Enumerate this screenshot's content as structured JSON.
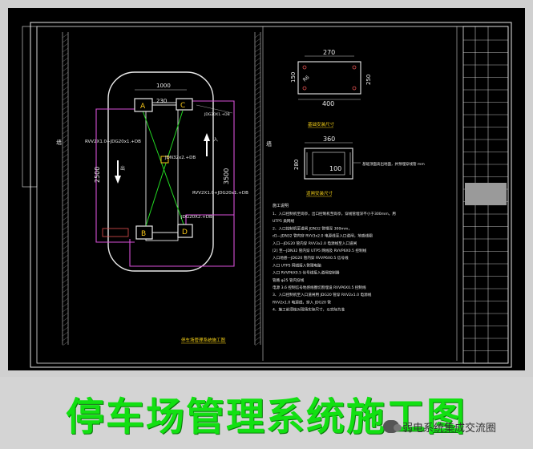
{
  "footer": {
    "title": "停车场管理系统施工图",
    "watermark": "弱电系统集成交流圈",
    "watermark_icon": "wechat-icon"
  },
  "plan": {
    "dim_top": "1000",
    "dim_inner": "230",
    "dim_left": "2500",
    "dim_right": "3500",
    "cable_left": "RVV2X1.0+JDG20x1.+DB",
    "cable_mid": "JDN32x2.+DB",
    "cable_right": "RVV2X1.0+JDG20x1.+DB",
    "cable_bottom": "JDG20X1.+DB",
    "cable_bottom2": "JDG20X2.+DB",
    "entry_label": "入",
    "exit_label": "出",
    "node_a": "A",
    "node_b": "B",
    "node_c": "C",
    "node_d": "D",
    "plan_caption": "停车场管理系统施工图",
    "left_side_mark": "墙",
    "right_side_mark": "墙"
  },
  "detail_top": {
    "width": "270",
    "outer_width": "400",
    "left_h": "150",
    "right_h": "250",
    "radius": "R6",
    "caption": "基础安装尺寸"
  },
  "detail_mid": {
    "width": "360",
    "height": "280",
    "inner": "100",
    "caption": "道闸安装尺寸",
    "note": "基础顶面高出地面，并预埋穿线管 mm"
  },
  "notes": {
    "heading": "施工说明",
    "lines": [
      "1、入口控制机至岗亭，出口控制机至岗亭，穿线管埋深不小于300mm，用",
      "UTP5 类网线",
      "2、入口控制机至道闸 JDN32 管埋深 300mm，",
      "d1—JDN32 管内穿 RVV3x2.0 电源线至入口道闸，地感线圈",
      "入口—JDG20 管内穿 RVV3x2.0 电源线至入口道闸",
      "[2] 至—JDN32 管内穿 UTP5 网线及 RVVP6X0.5 控制线",
      "入口地感—JDG20 管内穿 RVVP6X0.5 信号线",
      "入口 UTP5 网线接入管理电脑",
      "入口 RVVP6X0.5 信号线接入道闸控制器",
      "管路 φ25 管内穿线",
      "电源 3.6 控制信号地感线圈切割埋设 RVVP6X0.5 控制线",
      "3、入口控制机至入口道闸用 JDG20 管穿 RVV2x1.0 电源线",
      "RVV2x1.0 电源线，穿入 JDG20 管",
      "4、施工前须核对现场实际尺寸，以实际为准"
    ]
  },
  "title_block": {
    "rows": 26
  }
}
